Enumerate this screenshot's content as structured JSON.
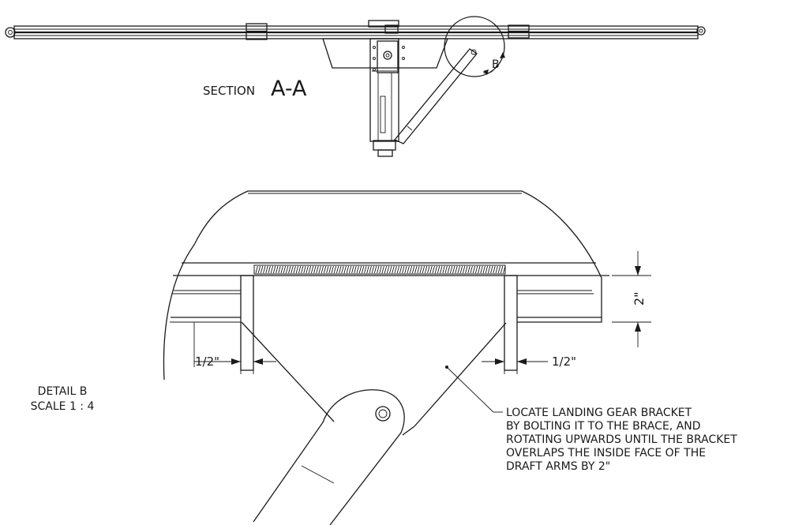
{
  "section": {
    "prefix": "SECTION",
    "letters": "A-A",
    "detail_callout": "B"
  },
  "detail": {
    "name": "DETAIL B",
    "scale": "SCALE 1 : 4",
    "dim_left": "1/2\"",
    "dim_right": "1/2\"",
    "dim_vertical": "2\""
  },
  "note": {
    "lines": [
      "LOCATE LANDING GEAR BRACKET",
      "BY BOLTING IT TO THE BRACE, AND",
      "ROTATING UPWARDS UNTIL THE BRACKET",
      "OVERLAPS THE INSIDE FACE OF THE",
      "DRAFT ARMS BY 2\""
    ]
  }
}
